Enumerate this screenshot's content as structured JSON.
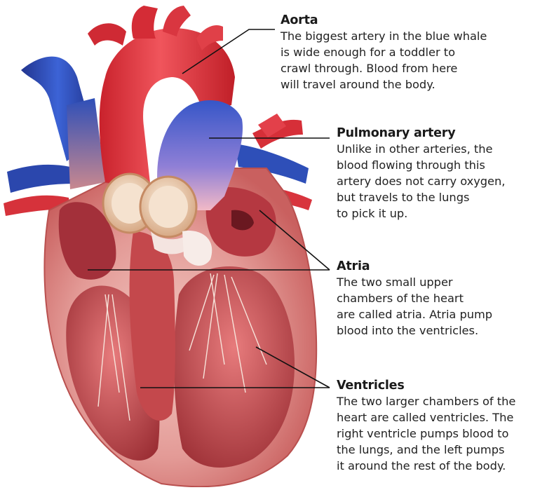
{
  "labels": {
    "aorta": {
      "title": "Aorta",
      "text": "The biggest artery in the blue whale\nis wide enough for a toddler to\ncrawl through. Blood from here\nwill travel around the body."
    },
    "pulmonary_artery": {
      "title": "Pulmonary artery",
      "text": "Unlike in other arteries, the\nblood flowing through this\nartery does not carry oxygen,\nbut travels to the lungs\nto pick it up."
    },
    "atria": {
      "title": "Atria",
      "text": "The two small upper\nchambers of the heart\nare called atria. Atria pump\nblood into the ventricles."
    },
    "ventricles": {
      "title": "Ventricles",
      "text": "The two larger chambers of the\nheart are called ventricles. The\nright ventricle pumps blood to\nthe lungs, and the left pumps\nit around the rest of the body."
    }
  },
  "colors": {
    "artery_red": "#e3313a",
    "vein_blue": "#2e4fb8",
    "muscle_pink": "#e8a3a0",
    "muscle_dark": "#b84a4c",
    "valve_tan": "#e7c9a2",
    "leader_line": "#111111"
  }
}
